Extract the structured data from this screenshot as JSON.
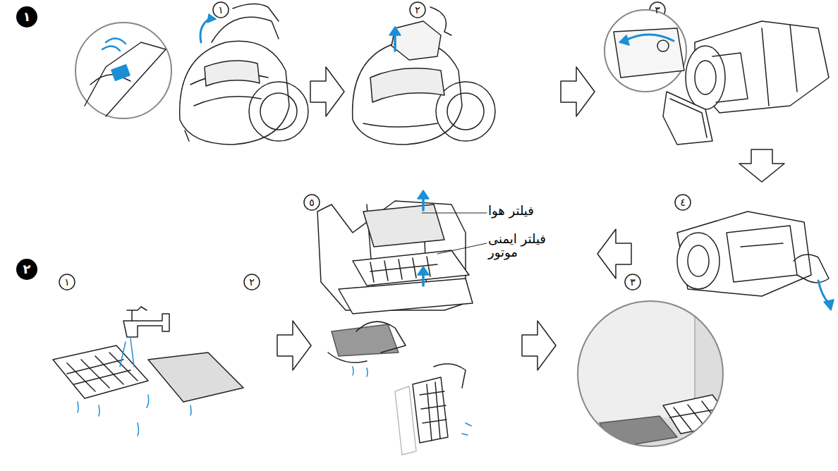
{
  "diagram": {
    "labels": [
      "١",
      "١",
      "٢",
      "٣",
      "٤",
      "٥",
      "فیلتر هوا",
      "فیلتر ایمنی موتور",
      "٢",
      "١",
      "٢",
      "٣"
    ]
  }
}
